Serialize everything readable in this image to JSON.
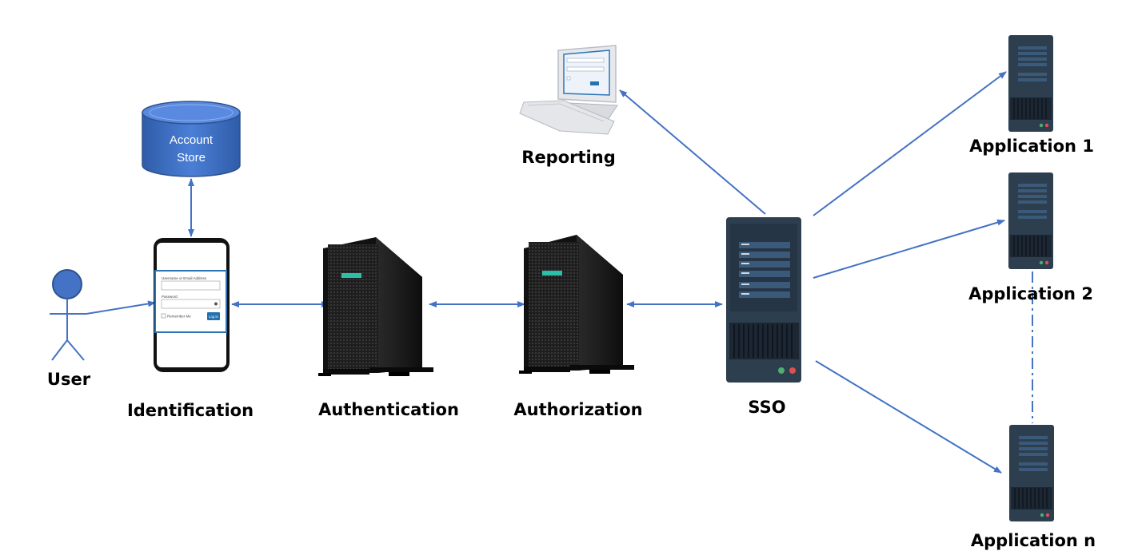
{
  "nodes": {
    "user": "User",
    "identification": "Identification",
    "account_store": [
      "Account",
      "Store"
    ],
    "authentication": "Authentication",
    "authorization": "Authorization",
    "sso": "SSO",
    "reporting": "Reporting",
    "app1": "Application 1",
    "app2": "Application 2",
    "appn": "Application n"
  },
  "login_form": {
    "username_label": "Username or Email Address",
    "password_label": "Password",
    "remember_label": "Remember Me",
    "login_button": "Log In"
  },
  "colors": {
    "arrow": "#4472c4",
    "cylinder": "#4472c4",
    "server_dark": "#2d3e4f",
    "server_panel": "#3b5a79"
  }
}
